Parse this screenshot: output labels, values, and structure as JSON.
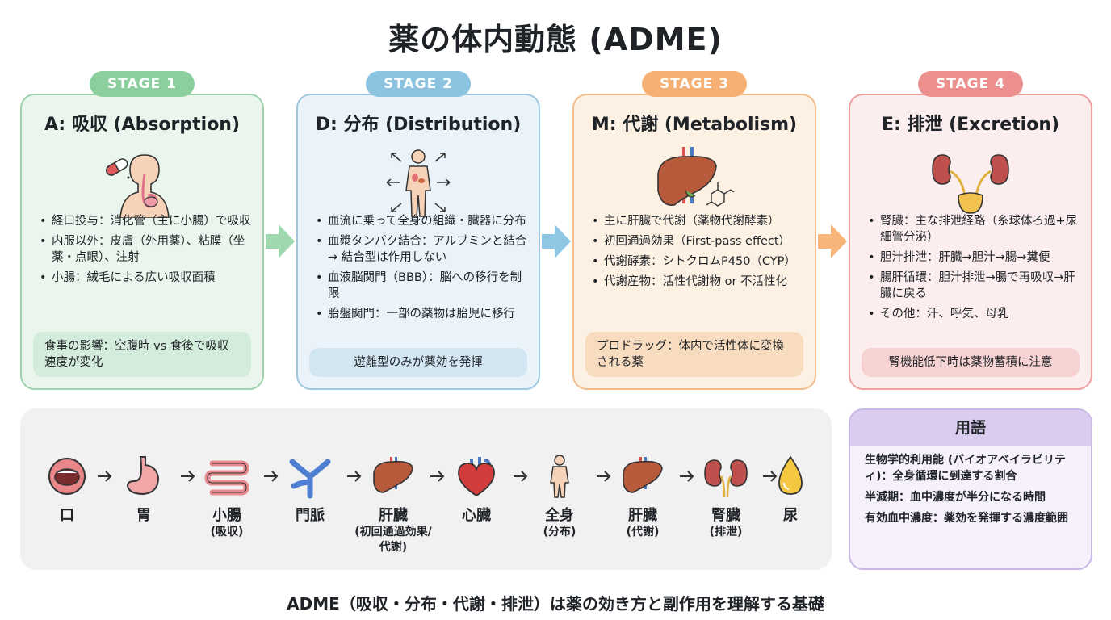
{
  "title": "薬の体内動態 (ADME)",
  "stages": [
    {
      "pill": "STAGE 1",
      "heading": "A: 吸収 (Absorption)",
      "icon": "person-swallowing-pill-icon",
      "bullets": [
        "経口投与：消化管（主に小腸）で吸収",
        "内服以外：皮膚（外用薬）、粘膜（坐薬・点眼）、注射",
        "小腸：絨毛による広い吸収面積"
      ],
      "note": "食事の影響：空腹時 vs 食後で吸収速度が変化"
    },
    {
      "pill": "STAGE 2",
      "heading": "D: 分布 (Distribution)",
      "icon": "body-distribution-icon",
      "bullets": [
        "血流に乗って全身の組織・臓器に分布",
        "血漿タンパク結合：アルブミンと結合 → 結合型は作用しない",
        "血液脳関門（BBB）：脳への移行を制限",
        "胎盤関門：一部の薬物は胎児に移行"
      ],
      "note": "遊離型のみが薬効を発揮"
    },
    {
      "pill": "STAGE 3",
      "heading": "M: 代謝 (Metabolism)",
      "icon": "liver-molecule-icon",
      "bullets": [
        "主に肝臓で代謝（薬物代謝酵素）",
        "初回通過効果（First-pass effect）",
        "代謝酵素：シトクロムP450（CYP）",
        "代謝産物：活性代謝物 or 不活性化"
      ],
      "note": "プロドラッグ：体内で活性体に変換される薬"
    },
    {
      "pill": "STAGE 4",
      "heading": "E: 排泄 (Excretion)",
      "icon": "kidneys-bladder-icon",
      "bullets": [
        "腎臓：主な排泄経路（糸球体ろ過+尿細管分泌）",
        "胆汁排泄：肝臓→胆汁→腸→糞便",
        "腸肝循環：胆汁排泄→腸で再吸収→肝臓に戻る",
        "その他：汗、呼気、母乳"
      ],
      "note": "腎機能低下時は薬物蓄積に注意"
    }
  ],
  "pathway": [
    {
      "label": "口",
      "sub": "",
      "icon": "mouth-icon"
    },
    {
      "label": "胃",
      "sub": "",
      "icon": "stomach-icon"
    },
    {
      "label": "小腸",
      "sub": "(吸収)",
      "icon": "small-intestine-icon"
    },
    {
      "label": "門脈",
      "sub": "",
      "icon": "portal-vein-icon"
    },
    {
      "label": "肝臓",
      "sub": "(初回通過効果/代謝)",
      "icon": "liver-icon"
    },
    {
      "label": "心臓",
      "sub": "",
      "icon": "heart-icon"
    },
    {
      "label": "全身",
      "sub": "(分布)",
      "icon": "body-icon"
    },
    {
      "label": "肝臓",
      "sub": "(代謝)",
      "icon": "liver-icon"
    },
    {
      "label": "腎臓",
      "sub": "(排泄)",
      "icon": "kidney-icon"
    },
    {
      "label": "尿",
      "sub": "",
      "icon": "urine-drop-icon"
    }
  ],
  "glossary": {
    "heading": "用語",
    "items": [
      "生物学的利用能 (バイオアベイラビリティ)：全身循環に到達する割合",
      "半減期：血中濃度が半分になる時間",
      "有効血中濃度：薬効を発揮する濃度範囲"
    ]
  },
  "footer": "ADME（吸収・分布・代謝・排泄）は薬の効き方と副作用を理解する基礎",
  "colors": {
    "absorption": "#8ccf9e",
    "distribution": "#8cc3e0",
    "metabolism": "#f6b073",
    "excretion": "#ee8f8f",
    "glossary": "#c9b8e6"
  }
}
